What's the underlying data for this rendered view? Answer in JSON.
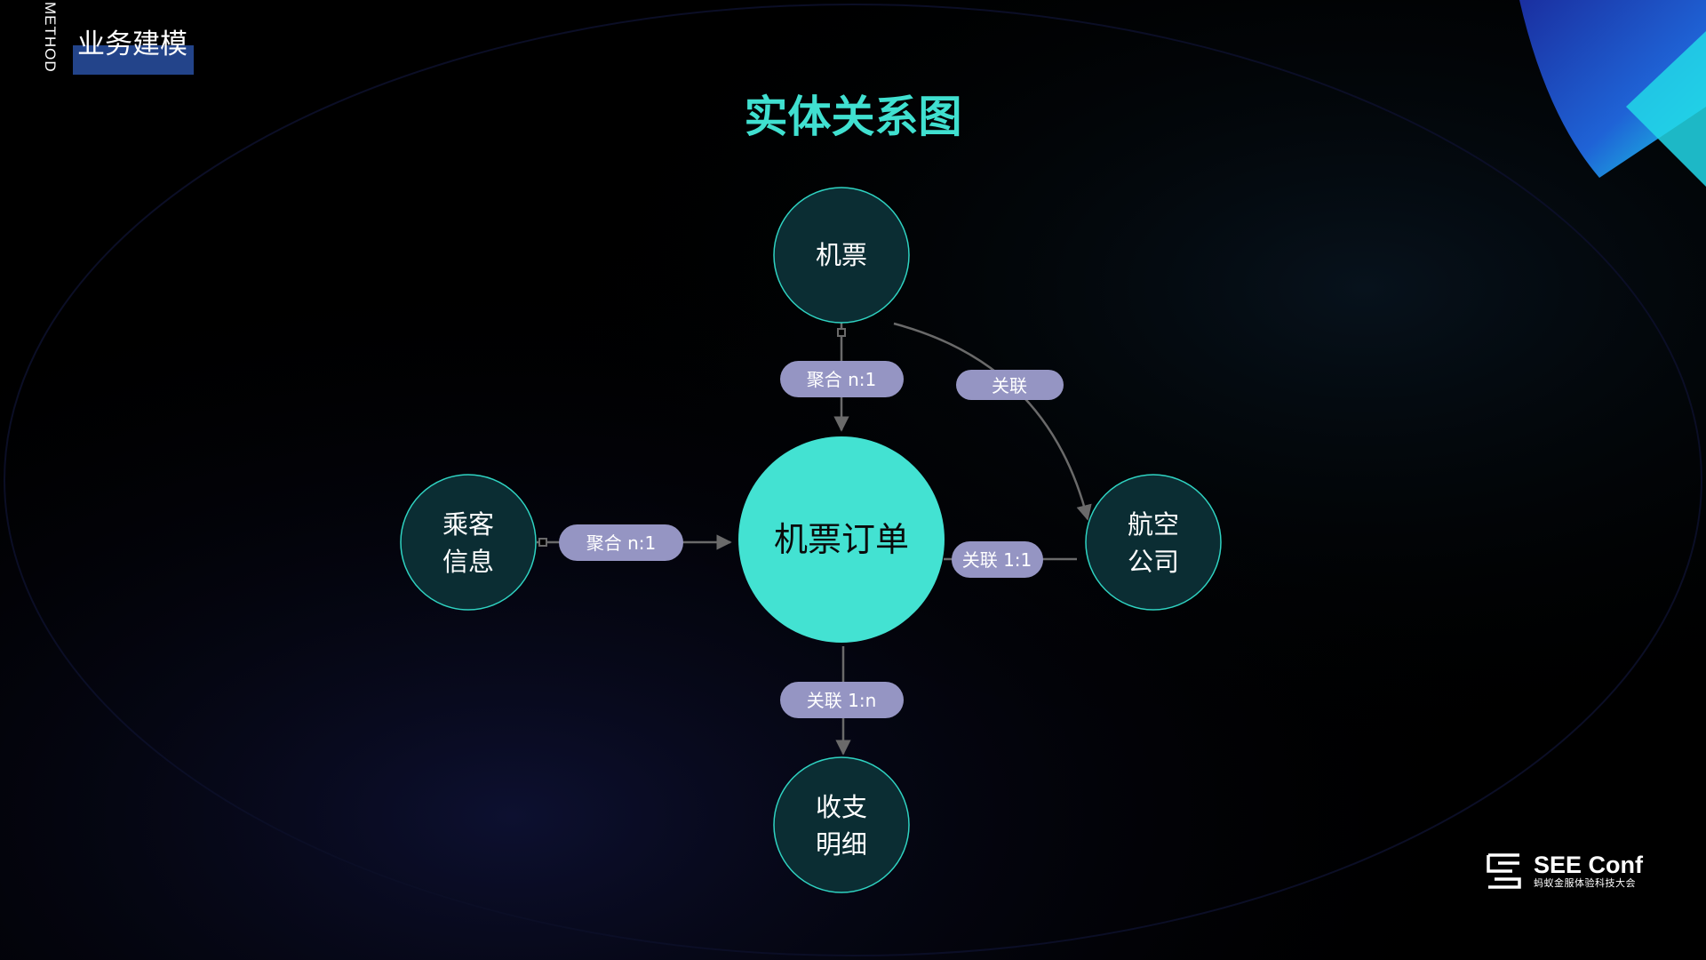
{
  "header": {
    "vertical_label": "METHOD",
    "section_title": "业务建模"
  },
  "title": "实体关系图",
  "colors": {
    "accent": "#40e0d0",
    "node_fill": "#0b2d33",
    "node_stroke": "#2fd3c2",
    "label_fill": "#9595c3",
    "line": "#6a6a6a",
    "section_box": "#23448a"
  },
  "nodes": {
    "ticket": {
      "lines": [
        "机票"
      ]
    },
    "order": {
      "lines": [
        "机票订单"
      ]
    },
    "passenger": {
      "lines": [
        "乘客",
        "信息"
      ]
    },
    "airline": {
      "lines": [
        "航空",
        "公司"
      ]
    },
    "payment": {
      "lines": [
        "收支",
        "明细"
      ]
    }
  },
  "edges": {
    "ticket_order": "聚合 n:1",
    "ticket_airline": "关联",
    "passenger_order": "聚合 n:1",
    "order_airline": "关联 1:1",
    "order_payment": "关联 1:n"
  },
  "logo": {
    "name": "SEE Conf",
    "subtitle": "蚂蚁金服体验科技大会"
  }
}
